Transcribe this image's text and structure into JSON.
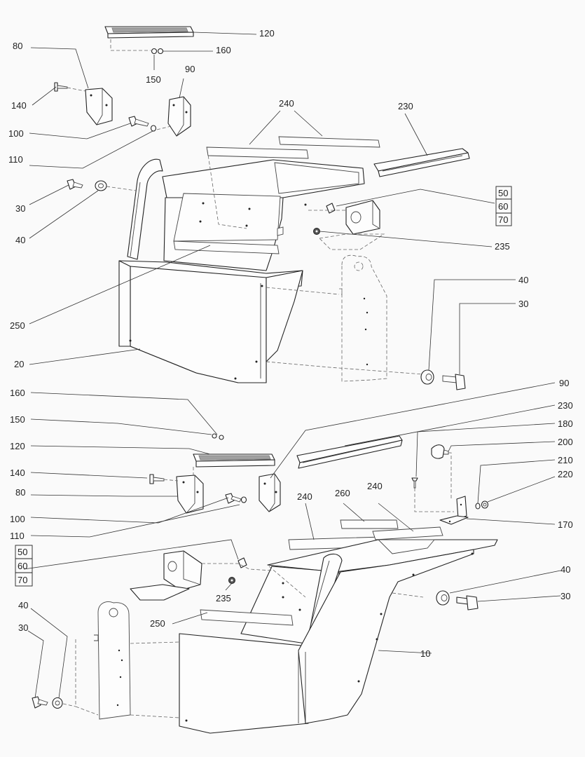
{
  "callouts": [
    {
      "id": "c120-top",
      "text": "120"
    },
    {
      "id": "c160-top",
      "text": "160"
    },
    {
      "id": "c150-top",
      "text": "150"
    },
    {
      "id": "c80-top",
      "text": "80"
    },
    {
      "id": "c90-top",
      "text": "90"
    },
    {
      "id": "c140-top",
      "text": "140"
    },
    {
      "id": "c240-top",
      "text": "240"
    },
    {
      "id": "c230-top",
      "text": "230"
    },
    {
      "id": "c100-top",
      "text": "100"
    },
    {
      "id": "c110-top",
      "text": "110"
    },
    {
      "id": "c30-top-left",
      "text": "30"
    },
    {
      "id": "c40-top-left",
      "text": "40"
    },
    {
      "id": "c235-top",
      "text": "235"
    },
    {
      "id": "c250-top",
      "text": "250"
    },
    {
      "id": "c20",
      "text": "20"
    },
    {
      "id": "c40-top-right",
      "text": "40"
    },
    {
      "id": "c30-top-right",
      "text": "30"
    },
    {
      "id": "c160-bottom",
      "text": "160"
    },
    {
      "id": "c150-bottom",
      "text": "150"
    },
    {
      "id": "c120-bottom",
      "text": "120"
    },
    {
      "id": "c140-bottom",
      "text": "140"
    },
    {
      "id": "c80-bottom",
      "text": "80"
    },
    {
      "id": "c100-bottom",
      "text": "100"
    },
    {
      "id": "c110-bottom",
      "text": "110"
    },
    {
      "id": "c90-bottom",
      "text": "90"
    },
    {
      "id": "c230-bottom",
      "text": "230"
    },
    {
      "id": "c180",
      "text": "180"
    },
    {
      "id": "c200",
      "text": "200"
    },
    {
      "id": "c210",
      "text": "210"
    },
    {
      "id": "c220",
      "text": "220"
    },
    {
      "id": "c170",
      "text": "170"
    },
    {
      "id": "c240-bottom-left",
      "text": "240"
    },
    {
      "id": "c260",
      "text": "260"
    },
    {
      "id": "c240-bottom-right",
      "text": "240"
    },
    {
      "id": "c40-bottom-right",
      "text": "40"
    },
    {
      "id": "c30-bottom-right",
      "text": "30"
    },
    {
      "id": "c235-bottom",
      "text": "235"
    },
    {
      "id": "c250-bottom",
      "text": "250"
    },
    {
      "id": "c10",
      "text": "10"
    },
    {
      "id": "c40-bottom-left",
      "text": "40"
    },
    {
      "id": "c30-bottom-left",
      "text": "30"
    }
  ],
  "boxed_groups": [
    {
      "id": "box-top",
      "lines": [
        "50",
        "60",
        "70"
      ]
    },
    {
      "id": "box-bottom",
      "lines": [
        "50",
        "60",
        "70"
      ]
    }
  ]
}
